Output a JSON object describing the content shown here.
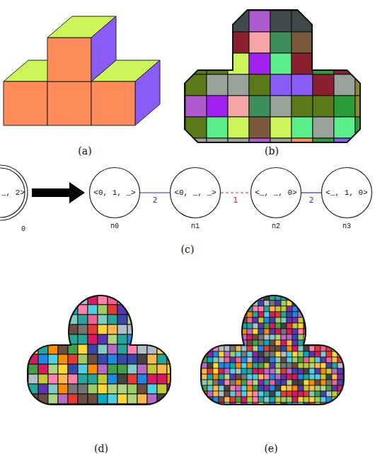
{
  "diagram": {
    "nodes": [
      {
        "text": [
          "_, 2>",
          "0"
        ]
      },
      {
        "text": [
          "<0, 1, _>",
          "n0"
        ]
      },
      {
        "text": [
          "<0, _, _>",
          "n1"
        ]
      },
      {
        "text": [
          "<_, _, 0>",
          "n2"
        ]
      },
      {
        "text": [
          "<_, 1, 0>",
          "n3"
        ]
      }
    ],
    "edges": [
      {
        "from": 0,
        "to": 1,
        "arrow": "to"
      },
      {
        "from": 1,
        "to": 2,
        "label": "2",
        "arrow": "none"
      },
      {
        "from": 2,
        "to": 3,
        "label": "1",
        "arrow": "none"
      },
      {
        "from": 3,
        "to": 4,
        "label": "2",
        "arrow": "none"
      }
    ],
    "labels": [
      "(a)",
      "(b)",
      "(c)",
      "(d)",
      "(e)"
    ]
  }
}
